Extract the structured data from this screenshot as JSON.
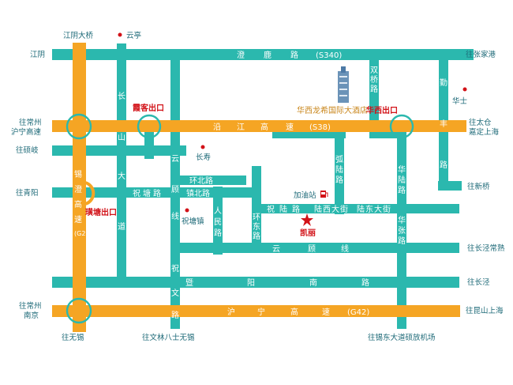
{
  "colors": {
    "road": "#2bb8ae",
    "highway": "#f5a524",
    "text_dark": "#1e6a78",
    "exit_red": "#d21218",
    "hotel_text": "#c9861b"
  },
  "road_labels": {
    "chenglu": [
      "澄",
      "鹿",
      "路",
      "(S340)"
    ],
    "yanjiang": [
      "沿",
      "江",
      "高",
      "速",
      "(S38)"
    ],
    "huzhen": [
      "沪",
      "宁",
      "高",
      "速",
      "(G42)"
    ],
    "jiyang": [
      "暨",
      "阳",
      "南",
      "路"
    ],
    "yunguxian": [
      "云",
      "顾",
      "线"
    ],
    "zhutang": [
      "祝",
      "塘",
      "路"
    ],
    "luxi": [
      "陆",
      "西",
      "大",
      "街"
    ],
    "ludong": [
      "陆",
      "东",
      "大",
      "街"
    ],
    "zhulu": [
      "祝",
      "陆",
      "路"
    ],
    "huanbei": "环北路",
    "zhenbei": "镇北路",
    "renmin": [
      "人",
      "民",
      "路"
    ],
    "huandong": [
      "环",
      "东",
      "路"
    ],
    "hulu": [
      "弧",
      "陆",
      "路"
    ],
    "hualu": [
      "华",
      "陆",
      "路"
    ],
    "huazhang": [
      "华",
      "张",
      "路"
    ],
    "shuangqiao": [
      "双",
      "桥",
      "路"
    ],
    "qinfeng": [
      "勤",
      "丰",
      "路"
    ],
    "changshan": [
      "长",
      "山",
      "大",
      "道"
    ],
    "yungu": [
      "云",
      "顾",
      "线"
    ],
    "zhuwen": [
      "祝",
      "文",
      "路"
    ],
    "xicheng": [
      "锡",
      "澄",
      "高",
      "速",
      "(G2)"
    ]
  },
  "edge_labels": {
    "jiangyin_bridge": "江阴大桥",
    "jiangyin": "江阴",
    "to_zhangjiagang": "往张家港",
    "to_changzhou_hn": "往常州\n沪宁高速",
    "to_shuoqi": "往硕岐",
    "to_qingyang": "往青阳",
    "to_changzhou_nj": "往常州\n南京",
    "to_wuxi": "往无锡",
    "to_wenlin": "往文林八士无锡",
    "to_xidong": "往锡东大道硕放机场",
    "to_taicang": "往太仓\n嘉定上海",
    "to_xinqiao": "往新桥",
    "to_changjingcs": "往长泾常熟",
    "to_changjing": "往长泾",
    "to_kunshan": "往昆山上海"
  },
  "places": {
    "yunting": "云亭",
    "huashi": "华士",
    "changshou": "长寿",
    "zhutangzhen": "祝塘镇",
    "gas_station": "加油站",
    "kaili": "凯丽",
    "hotel": "华西龙希国际大酒店"
  },
  "exits": {
    "xiake": "霞客出口",
    "huaxi": "华西出口",
    "huangtang": "璜塘出口"
  },
  "icons": {
    "destination": "red-star-icon",
    "place_marker": "red-dot-icon",
    "gas": "gas-pump-icon",
    "hotel": "hotel-building-icon"
  }
}
